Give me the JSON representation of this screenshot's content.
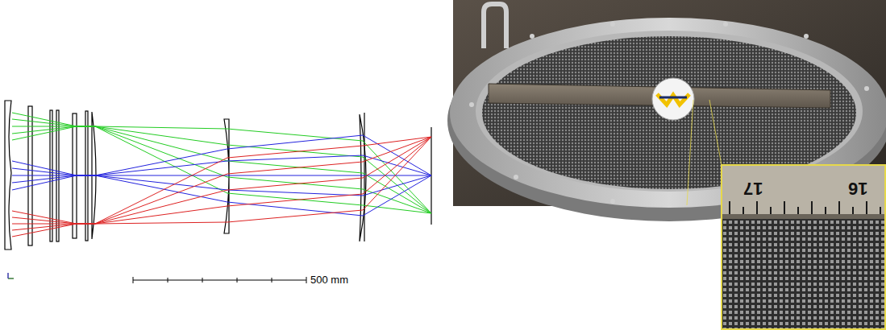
{
  "diagram": {
    "labels": [
      "500 mm",
      "17",
      "16"
    ]
  }
}
